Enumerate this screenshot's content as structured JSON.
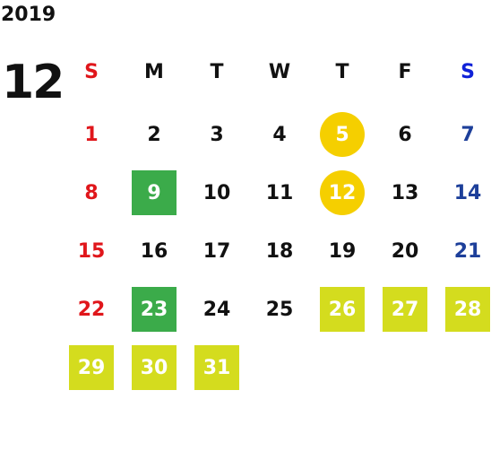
{
  "calendar": {
    "year": "2019",
    "month": "12",
    "weekdays": [
      "S",
      "M",
      "T",
      "W",
      "T",
      "F",
      "S"
    ],
    "days": [
      {
        "label": "1",
        "style": "sun"
      },
      {
        "label": "2",
        "style": ""
      },
      {
        "label": "3",
        "style": ""
      },
      {
        "label": "4",
        "style": ""
      },
      {
        "label": "5",
        "style": "hl-circle"
      },
      {
        "label": "6",
        "style": ""
      },
      {
        "label": "7",
        "style": "sat"
      },
      {
        "label": "8",
        "style": "sun"
      },
      {
        "label": "9",
        "style": "hl-green"
      },
      {
        "label": "10",
        "style": ""
      },
      {
        "label": "11",
        "style": ""
      },
      {
        "label": "12",
        "style": "hl-circle"
      },
      {
        "label": "13",
        "style": ""
      },
      {
        "label": "14",
        "style": "sat"
      },
      {
        "label": "15",
        "style": "sun"
      },
      {
        "label": "16",
        "style": ""
      },
      {
        "label": "17",
        "style": ""
      },
      {
        "label": "18",
        "style": ""
      },
      {
        "label": "19",
        "style": ""
      },
      {
        "label": "20",
        "style": ""
      },
      {
        "label": "21",
        "style": "sat"
      },
      {
        "label": "22",
        "style": "sun"
      },
      {
        "label": "23",
        "style": "hl-green"
      },
      {
        "label": "24",
        "style": ""
      },
      {
        "label": "25",
        "style": ""
      },
      {
        "label": "26",
        "style": "hl-lime"
      },
      {
        "label": "27",
        "style": "hl-lime"
      },
      {
        "label": "28",
        "style": "hl-lime"
      },
      {
        "label": "29",
        "style": "hl-lime"
      },
      {
        "label": "30",
        "style": "hl-lime"
      },
      {
        "label": "31",
        "style": "hl-lime"
      }
    ]
  },
  "colors": {
    "sunday": "#e0161b",
    "saturday": "#1d3f9a",
    "saturday_header": "#1022d8",
    "highlight_circle": "#f5cf00",
    "highlight_green": "#3bab4a",
    "highlight_lime": "#d4dc1e"
  }
}
